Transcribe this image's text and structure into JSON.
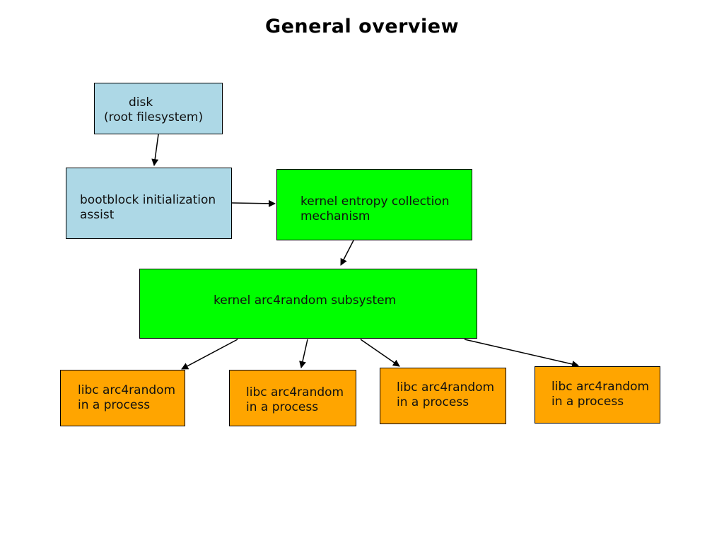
{
  "title": "General overview",
  "nodes": {
    "disk": {
      "line1": "disk",
      "line2": "(root filesystem)"
    },
    "bootblock": {
      "line1": "bootblock initialization",
      "line2": "assist"
    },
    "entropy": {
      "line1": "kernel entropy collection",
      "line2": "mechanism"
    },
    "arc4": {
      "line1": "kernel arc4random subsystem"
    },
    "libc": [
      {
        "line1": "libc arc4random",
        "line2": "in a process"
      },
      {
        "line1": "libc arc4random",
        "line2": "in a process"
      },
      {
        "line1": "libc arc4random",
        "line2": "in a process"
      },
      {
        "line1": "libc arc4random",
        "line2": "in a process"
      }
    ]
  },
  "colors": {
    "storage": "#add8e6",
    "kernel": "#00ff00",
    "process": "#ffa500"
  },
  "edges": [
    [
      "disk",
      "bootblock"
    ],
    [
      "bootblock",
      "entropy"
    ],
    [
      "entropy",
      "arc4"
    ],
    [
      "arc4",
      "libc-1"
    ],
    [
      "arc4",
      "libc-2"
    ],
    [
      "arc4",
      "libc-3"
    ],
    [
      "arc4",
      "libc-4"
    ]
  ]
}
